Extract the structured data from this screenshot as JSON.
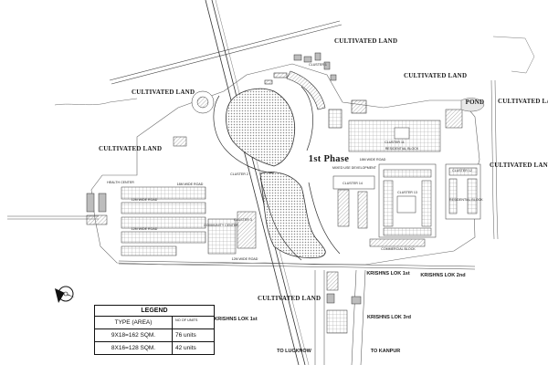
{
  "labels": {
    "cultivated_land_top": "CULTIVATED LAND",
    "cultivated_land_top_right": "CULTIVATED LAND",
    "cultivated_land_right": "CULTIVATED LAND",
    "cultivated_land_left": "CULTIVATED LAND",
    "cultivated_land_mid_left": "CULTIVATED LAND",
    "cultivated_land_bottom": "CULTIVATED LAND",
    "pond": "POND",
    "phase": "1st Phase",
    "krishns_lok_1st_a": "KRISHNS LOK 1st",
    "krishns_lok_2nd": "KRISHNS LOK 2nd",
    "krishns_lok_1st_b": "KRISHNS LOK 1st",
    "krishns_lok_3rd": "KRISHNS LOK 3rd",
    "to_lucknow": "TO LUCKNOW",
    "to_kanpur": "TO KANPUR",
    "cluster_1": "CLUSTER 1",
    "cluster_2": "CLUSTER 2",
    "cluster_3": "CLUSTER 3",
    "cluster_11": "CLUSTER 11",
    "cluster_12": "CLUSTER 12",
    "cluster_13": "CLUSTER 13",
    "cluster_14": "CLUSTER 14",
    "residential_block": "RESIDENTIAL BLOCK",
    "residential_block_2": "RESIDENTIAL BLOCK",
    "health_center": "HEALTH CENTER",
    "community_center": "COMMUNITY CENTER",
    "commercial_block": "COMMERCIAL BLOCK",
    "mixed_use_development": "MIXED USE DEVELOPMENT",
    "road_18m_a": "18M WIDE ROAD",
    "road_18m_b": "18M WIDE ROAD",
    "road_12m_a": "12M WIDE ROAD",
    "road_12m_b": "12M WIDE ROAD",
    "road_12m_c": "12M WIDE ROAD"
  },
  "legend": {
    "title": "LEGEND",
    "header_type": "TYPE (AREA)",
    "header_units": "NO OF UNITS",
    "rows": [
      {
        "type": "9X18=162 SQM.",
        "units": "76 units"
      },
      {
        "type": "8X16=128 SQM.",
        "units": "42 units"
      }
    ]
  },
  "colors": {
    "line": "#3a3a3a",
    "hatch": "#9a9a9a",
    "green_fill": "#dcdcdc",
    "building": "#bdbdbd"
  },
  "icons": {
    "north_arrow": "north-arrow-icon"
  }
}
